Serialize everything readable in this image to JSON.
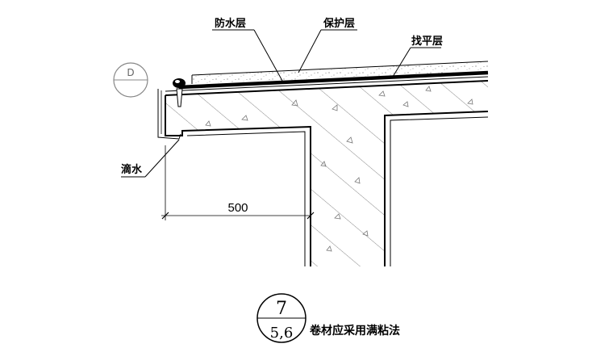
{
  "labels": {
    "waterproof_layer": "防水层",
    "protective_layer": "保护层",
    "leveling_layer": "找平层",
    "drip": "滴水",
    "dimension": "500"
  },
  "detail_marker": {
    "letter": "D"
  },
  "detail_symbol": {
    "number": "7",
    "sheet": "5,6",
    "caption": "卷材应采用满粘法"
  },
  "colors": {
    "line": "#000000",
    "light_line": "#888888",
    "concrete_mark": "#777777"
  }
}
